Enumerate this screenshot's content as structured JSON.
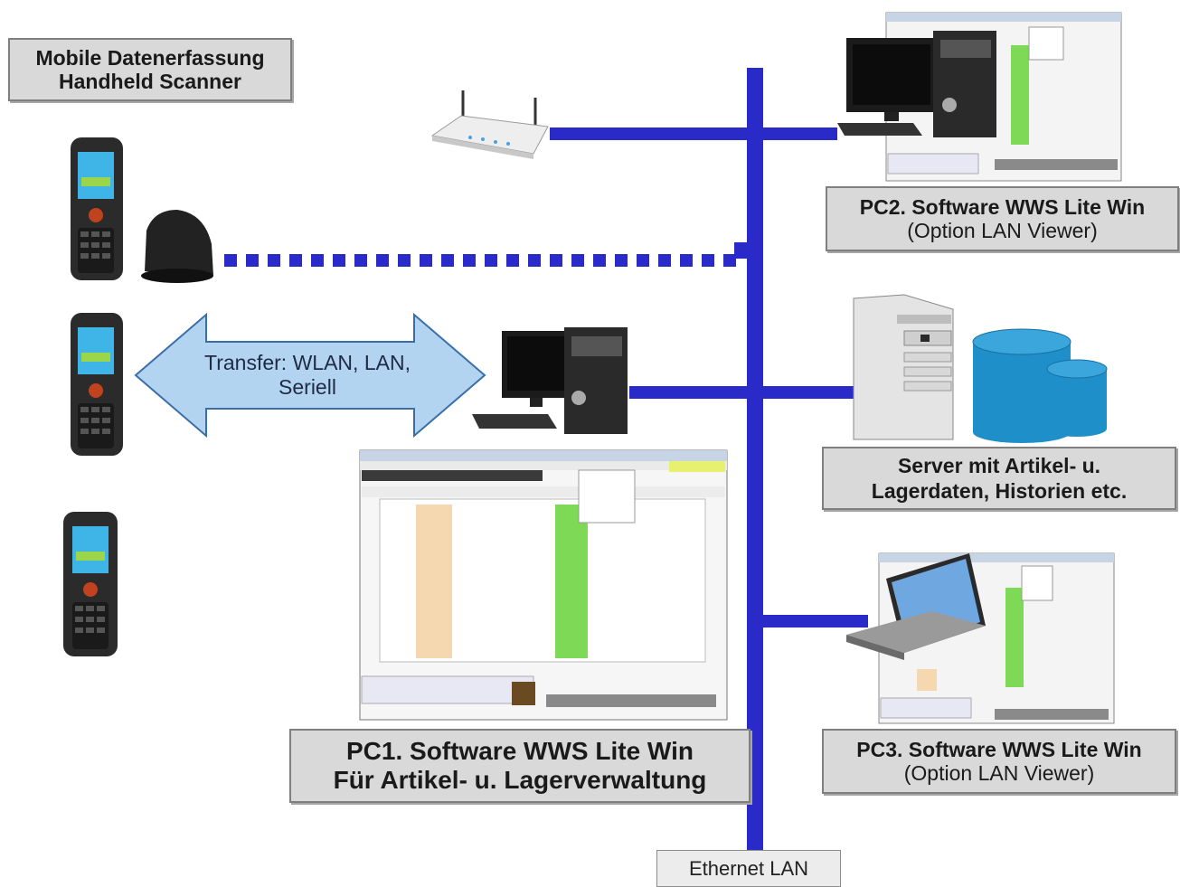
{
  "title_box": {
    "line1": "Mobile Datenerfassung",
    "line2": "Handheld Scanner"
  },
  "transfer_arrow": {
    "line1": "Transfer: WLAN, LAN,",
    "line2": "Seriell"
  },
  "pc1": {
    "line1": "PC1. Software WWS Lite Win",
    "line2": "Für Artikel- u. Lagerverwaltung"
  },
  "pc2": {
    "line1": "PC2. Software WWS Lite Win",
    "line2": "(Option LAN Viewer)"
  },
  "server": {
    "line1": "Server mit Artikel- u.",
    "line2": "Lagerdaten, Historien etc."
  },
  "pc3": {
    "line1": "PC3. Software WWS Lite Win",
    "line2": "(Option LAN Viewer)"
  },
  "network": {
    "label": "Ethernet LAN"
  },
  "colors": {
    "network_line": "#2a2ac8",
    "arrow_fill": "#b3d4f0",
    "arrow_stroke": "#3a6ea8",
    "box_fill": "#d9d9d9",
    "db_fill": "#1e8fc8"
  }
}
